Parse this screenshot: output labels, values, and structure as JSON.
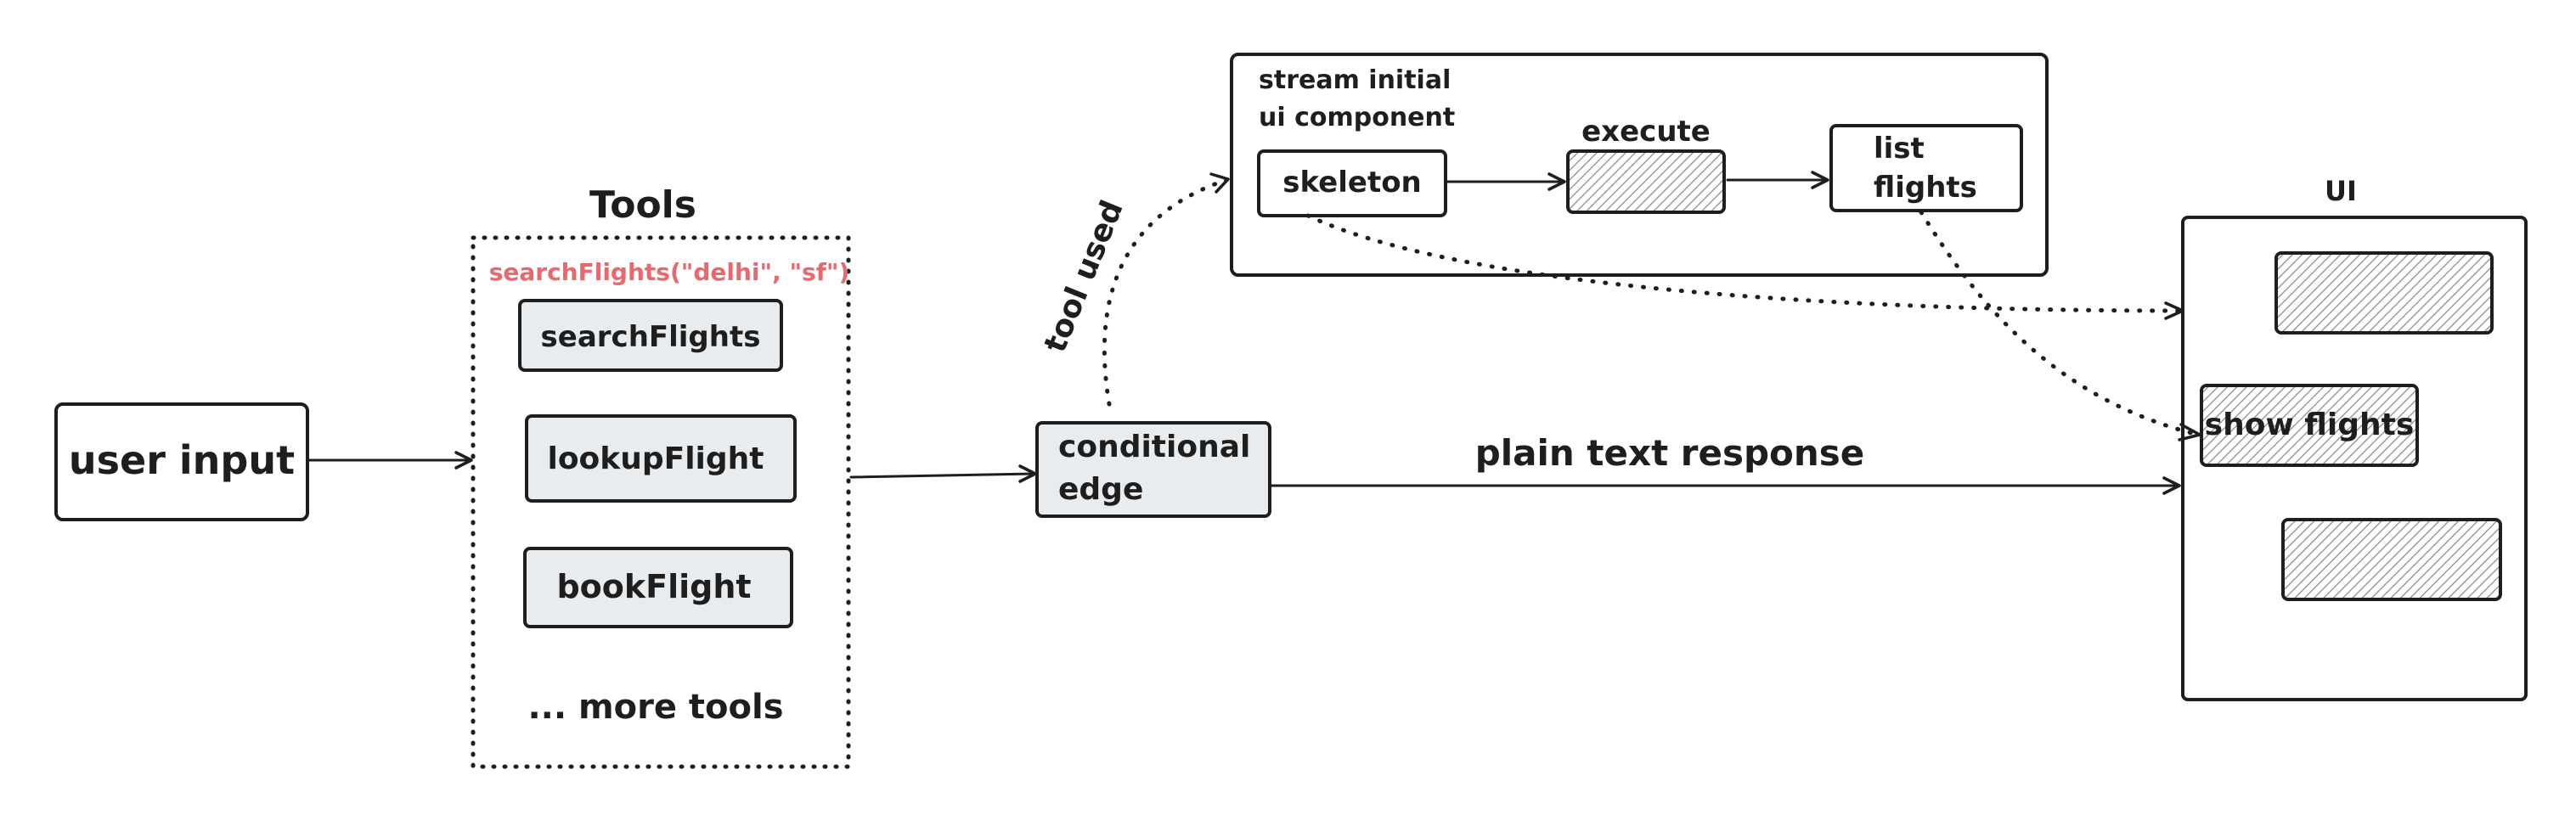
{
  "colors": {
    "stroke": "#1e1e1e",
    "box_fill": "#e9ecef",
    "hatch": "#8a8a8a",
    "code_text": "#e8686e"
  },
  "nodes": {
    "user_input": "user input",
    "tools_title": "Tools",
    "tools_call": "searchFlights(\"delhi\", \"sf\")",
    "search_flights": "searchFlights",
    "lookup_flight": "lookupFlight",
    "book_flight": "bookFlight",
    "more_tools": "... more tools",
    "conditional_edge": [
      "conditional",
      "edge"
    ],
    "stream_component": [
      "stream initial",
      "ui component"
    ],
    "skeleton": "skeleton",
    "execute": "execute",
    "list_flights": [
      "list",
      "flights"
    ],
    "ui_title": "UI",
    "show_flights": "show flights"
  },
  "edges": {
    "tool_used": "tool used",
    "plain_text_response": "plain text response"
  }
}
